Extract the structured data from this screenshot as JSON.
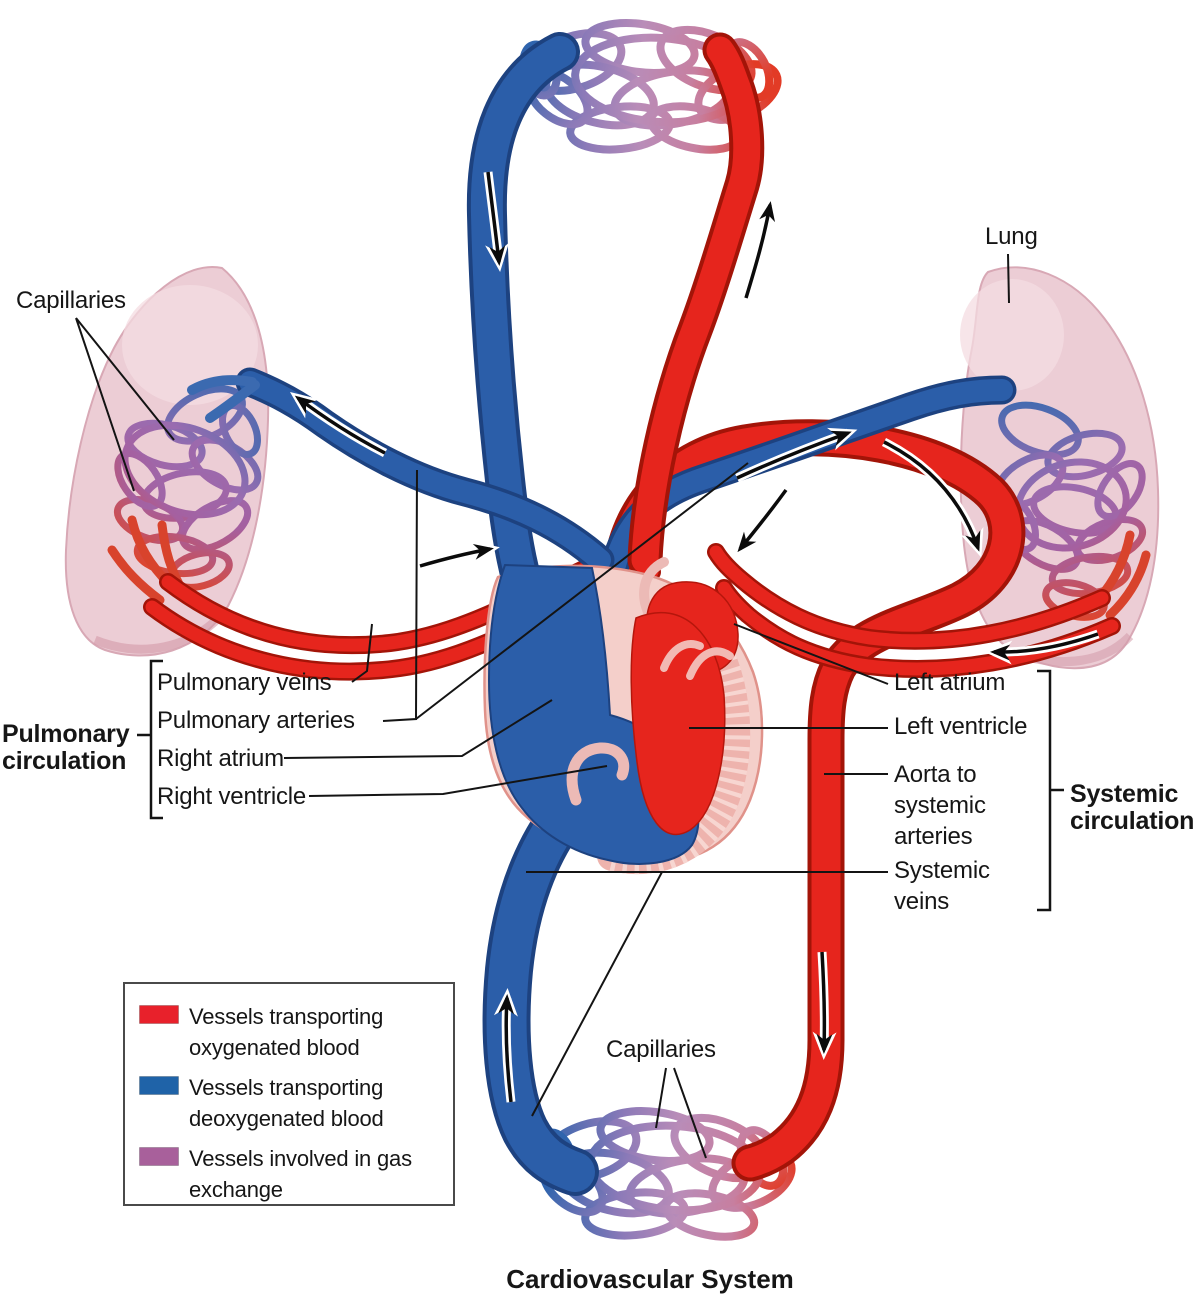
{
  "title": "Cardiovascular System",
  "colors": {
    "oxygenated": "#e8212b",
    "deoxygenated": "#1f63a8",
    "gas_exchange": "#a8609b",
    "label_text": "#161616"
  },
  "labels": {
    "capillaries_top": "Capillaries",
    "lung": "Lung",
    "pulmonary_veins": "Pulmonary veins",
    "pulmonary_arteries": "Pulmonary arteries",
    "right_atrium": "Right atrium",
    "right_ventricle": "Right ventricle",
    "pulmonary_circulation": "Pulmonary circulation",
    "left_atrium": "Left atrium",
    "left_ventricle": "Left ventricle",
    "aorta_to_systemic_arteries": "Aorta to systemic arteries",
    "systemic_veins": "Systemic veins",
    "systemic_circulation": "Systemic circulation",
    "capillaries_bottom": "Capillaries"
  },
  "legend": {
    "items": [
      {
        "label": "Vessels transporting oxygenated blood",
        "color": "#e8212b"
      },
      {
        "label": "Vessels transporting deoxygenated blood",
        "color": "#1f63a8"
      },
      {
        "label": "Vessels involved in gas exchange",
        "color": "#a8609b"
      }
    ]
  }
}
